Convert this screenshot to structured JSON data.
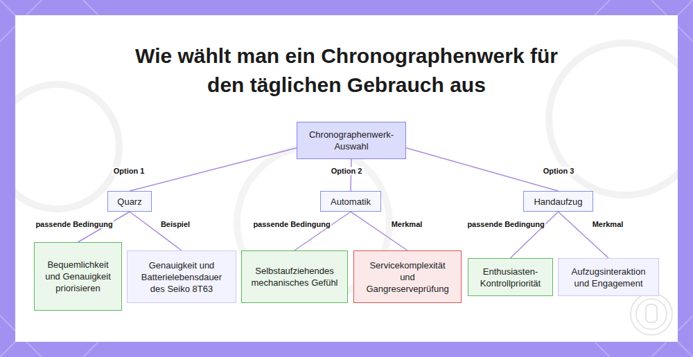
{
  "diagram": {
    "title": "Wie wählt man ein Chronographenwerk für den täglichen Gebrauch aus",
    "nodes": [
      {
        "text": [
          "Chronographenwerk-Auswahl"
        ]
      },
      {
        "text": [
          "Quarz"
        ]
      },
      {
        "text": [
          "Automatik"
        ]
      },
      {
        "text": [
          "Handaufzug"
        ]
      },
      {
        "text": [
          "Bequemlichkeit und Genauigkeit priorisieren"
        ]
      },
      {
        "text": [
          "Genauigkeit und Batterielebensdauer des Seiko 8T63"
        ]
      },
      {
        "text": [
          "Selbstaufziehendes mechanisches Gefühl"
        ]
      },
      {
        "text": [
          "Servicekomplexität und Gangreserveprüfung"
        ]
      },
      {
        "text": [
          "Enthusiasten-Kontrollpriorität"
        ]
      },
      {
        "text": [
          "Aufzugsinteraktion und Engagement"
        ]
      }
    ],
    "edges": [
      {
        "from": 0,
        "to": 1,
        "label": "Option 1",
        "arrow": "none"
      },
      {
        "from": 0,
        "to": 2,
        "label": "Option 2",
        "arrow": "none"
      },
      {
        "from": 0,
        "to": 3,
        "label": "Option 3",
        "arrow": "none"
      },
      {
        "from": 1,
        "to": 4,
        "label": "passende Bedingung",
        "arrow": "none"
      },
      {
        "from": 1,
        "to": 5,
        "label": "Beispiel",
        "arrow": "none"
      },
      {
        "from": 2,
        "to": 6,
        "label": "passende Bedingung",
        "arrow": "none"
      },
      {
        "from": 2,
        "to": 7,
        "label": "Merkmal",
        "arrow": "none"
      },
      {
        "from": 3,
        "to": 8,
        "label": "passende Bedingung",
        "arrow": "none"
      },
      {
        "from": 3,
        "to": 9,
        "label": "Merkmal",
        "arrow": "none"
      }
    ]
  }
}
